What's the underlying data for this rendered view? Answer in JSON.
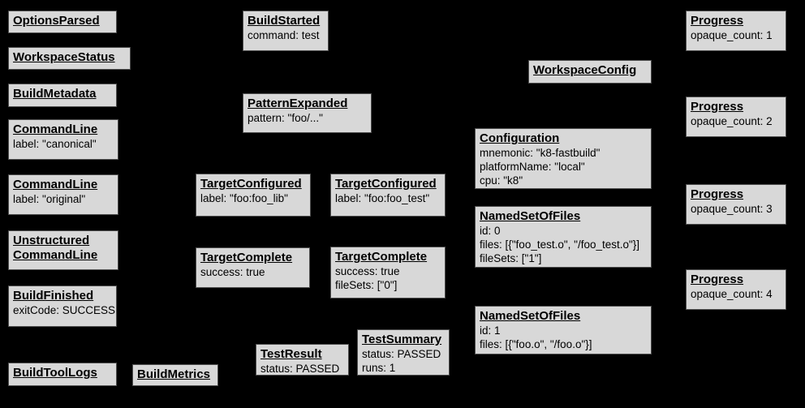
{
  "colors": {
    "background": "#000000",
    "node_fill": "#d8d8d8",
    "node_border": "#4f4f4f",
    "node_text": "#000000"
  },
  "nodes": {
    "optionsParsed": {
      "title": "OptionsParsed",
      "lines": []
    },
    "workspaceStatus": {
      "title": "WorkspaceStatus",
      "lines": []
    },
    "buildMetadata": {
      "title": "BuildMetadata",
      "lines": []
    },
    "commandLineCanonical": {
      "title": "CommandLine",
      "lines": [
        "label: \"canonical\""
      ]
    },
    "commandLineOriginal": {
      "title": "CommandLine",
      "lines": [
        "label: \"original\""
      ]
    },
    "unstructuredCommandLine": {
      "title": "Unstructured\nCommandLine",
      "lines": []
    },
    "buildFinished": {
      "title": "BuildFinished",
      "lines": [
        "exitCode: SUCCESS"
      ]
    },
    "buildToolLogs": {
      "title": "BuildToolLogs",
      "lines": []
    },
    "buildMetrics": {
      "title": "BuildMetrics",
      "lines": []
    },
    "buildStarted": {
      "title": "BuildStarted",
      "lines": [
        "command: test"
      ]
    },
    "patternExpanded": {
      "title": "PatternExpanded",
      "lines": [
        "pattern: \"foo/...\""
      ]
    },
    "targetConfiguredLib": {
      "title": "TargetConfigured",
      "lines": [
        "label: \"foo:foo_lib\""
      ]
    },
    "targetConfiguredTest": {
      "title": "TargetConfigured",
      "lines": [
        "label: \"foo:foo_test\""
      ]
    },
    "targetCompleteLib": {
      "title": "TargetComplete",
      "lines": [
        "success: true"
      ]
    },
    "targetCompleteTest": {
      "title": "TargetComplete",
      "lines": [
        "success: true",
        "fileSets: [\"0\"]"
      ]
    },
    "testResult": {
      "title": "TestResult",
      "lines": [
        "status: PASSED"
      ]
    },
    "testSummary": {
      "title": "TestSummary",
      "lines": [
        "status: PASSED",
        "runs: 1"
      ]
    },
    "workspaceConfig": {
      "title": "WorkspaceConfig",
      "lines": []
    },
    "configuration": {
      "title": "Configuration",
      "lines": [
        "mnemonic: \"k8-fastbuild\"",
        "platformName: \"local\"",
        "cpu: \"k8\""
      ]
    },
    "namedSetOfFiles0": {
      "title": "NamedSetOfFiles",
      "lines": [
        "id: 0",
        "files: [{\"foo_test.o\", \"/foo_test.o\"}]",
        "fileSets: [\"1\"]"
      ]
    },
    "namedSetOfFiles1": {
      "title": "NamedSetOfFiles",
      "lines": [
        "id: 1",
        "files: [{\"foo.o\", \"/foo.o\"}]"
      ]
    },
    "progress1": {
      "title": "Progress",
      "lines": [
        "opaque_count: 1"
      ]
    },
    "progress2": {
      "title": "Progress",
      "lines": [
        "opaque_count: 2"
      ]
    },
    "progress3": {
      "title": "Progress",
      "lines": [
        "opaque_count: 3"
      ]
    },
    "progress4": {
      "title": "Progress",
      "lines": [
        "opaque_count: 4"
      ]
    }
  }
}
